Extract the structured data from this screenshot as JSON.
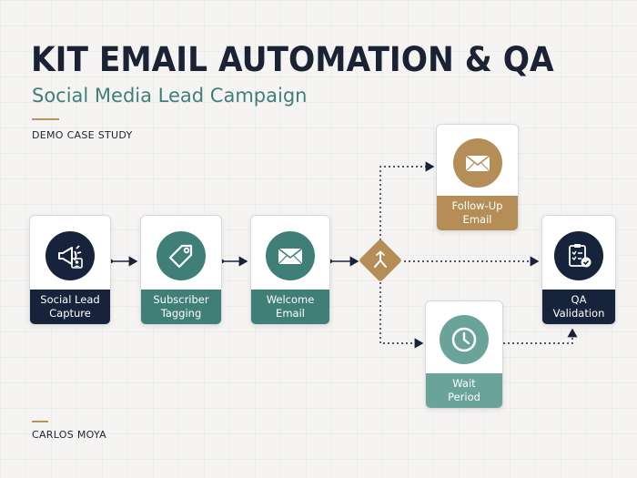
{
  "header": {
    "title": "KIT EMAIL AUTOMATION & QA",
    "subtitle": "Social Media Lead Campaign",
    "tag": "DEMO CASE STUDY"
  },
  "footer": {
    "author": "CARLOS MOYA"
  },
  "nodes": {
    "social": {
      "line1": "Social Lead",
      "line2": "Capture",
      "color": "#17233b",
      "icon": "megaphone-icon"
    },
    "tagging": {
      "line1": "Subscriber",
      "line2": "Tagging",
      "color": "#3f7f77",
      "icon": "tag-icon"
    },
    "welcome": {
      "line1": "Welcome",
      "line2": "Email",
      "color": "#3f7f77",
      "icon": "envelope-icon"
    },
    "followup": {
      "line1": "Follow-Up",
      "line2": "Email",
      "color": "#b58e57",
      "icon": "envelope-icon"
    },
    "wait": {
      "line1": "Wait",
      "line2": "Period",
      "color": "#6aa39a",
      "icon": "clock-icon"
    },
    "qa": {
      "line1": "QA",
      "line2": "Validation",
      "color": "#17233b",
      "icon": "clipboard-check-icon"
    },
    "branch": {
      "color": "#b58e57",
      "icon": "branch-icon"
    }
  },
  "colors": {
    "navy": "#17233b",
    "teal": "#3f7f77",
    "gold": "#b58e57",
    "light_teal": "#6aa39a"
  }
}
